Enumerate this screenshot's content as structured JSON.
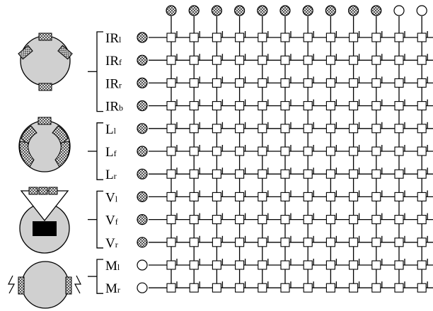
{
  "diagram": {
    "rows": [
      {
        "base": "IR",
        "sub": "l",
        "node": "sensor",
        "group": "ir"
      },
      {
        "base": "IR",
        "sub": "f",
        "node": "sensor",
        "group": "ir"
      },
      {
        "base": "IR",
        "sub": "r",
        "node": "sensor",
        "group": "ir"
      },
      {
        "base": "IR",
        "sub": "b",
        "node": "sensor",
        "group": "ir"
      },
      {
        "base": "L",
        "sub": "l",
        "node": "sensor",
        "group": "light"
      },
      {
        "base": "L",
        "sub": "f",
        "node": "sensor",
        "group": "light"
      },
      {
        "base": "L",
        "sub": "r",
        "node": "sensor",
        "group": "light"
      },
      {
        "base": "V",
        "sub": "l",
        "node": "sensor",
        "group": "vision"
      },
      {
        "base": "V",
        "sub": "f",
        "node": "sensor",
        "group": "vision"
      },
      {
        "base": "V",
        "sub": "r",
        "node": "sensor",
        "group": "vision"
      },
      {
        "base": "M",
        "sub": "l",
        "node": "motor",
        "group": "motor"
      },
      {
        "base": "M",
        "sub": "r",
        "node": "motor",
        "group": "motor"
      }
    ],
    "columns": [
      "sensor",
      "sensor",
      "sensor",
      "sensor",
      "sensor",
      "sensor",
      "sensor",
      "sensor",
      "sensor",
      "sensor",
      "motor",
      "motor"
    ],
    "groups": [
      "ir",
      "light",
      "vision",
      "motor"
    ],
    "icons": [
      "robot-ir-sensors-icon",
      "robot-light-sensors-icon",
      "robot-vision-camera-icon",
      "robot-motors-icon"
    ],
    "colors": {
      "line": "#000000",
      "sensor_dark": "#555555",
      "sensor_light": "#dddddd",
      "body": "#d0d0d0",
      "camera": "#000000"
    }
  }
}
